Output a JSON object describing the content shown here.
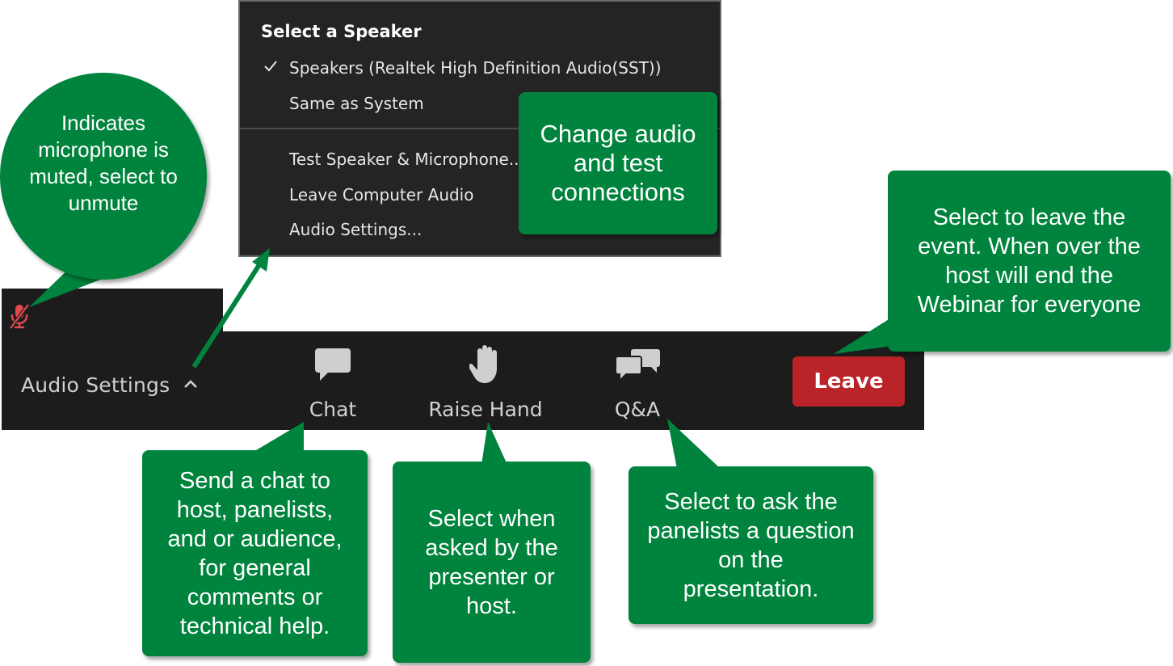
{
  "menu": {
    "heading": "Select a Speaker",
    "items": [
      {
        "label": "Speakers (Realtek High Definition Audio(SST))",
        "checked": true
      },
      {
        "label": "Same as System",
        "checked": false
      },
      {
        "label": "Test Speaker & Microphone...",
        "checked": false
      },
      {
        "label": "Leave Computer Audio",
        "checked": false
      },
      {
        "label": "Audio Settings...",
        "checked": false
      }
    ]
  },
  "toolbar": {
    "audio_settings_label": "Audio Settings",
    "chat_label": "Chat",
    "raise_hand_label": "Raise Hand",
    "qa_label": "Q&A",
    "leave_label": "Leave"
  },
  "callouts": {
    "mute": [
      "Indicates",
      "microphone is",
      "muted, select",
      "to unmute"
    ],
    "audio": [
      "Change audio",
      "and test",
      "connections"
    ],
    "leave": [
      "Select to leave the",
      "event. When over the",
      "host will end the",
      "Webinar for everyone"
    ],
    "chat": [
      "Send a chat to",
      "host, panelists,",
      "and or audience,",
      "for general",
      "comments or",
      "technical help."
    ],
    "raise_hand": [
      "Select when",
      "asked by the",
      "presenter or",
      "host."
    ],
    "qa": [
      "Select to ask the",
      "panelists a question",
      "on the",
      "presentation."
    ]
  },
  "icons": {
    "mic": "mic-muted-icon",
    "caret": "chevron-up-icon",
    "chat": "chat-bubble-icon",
    "hand": "raise-hand-icon",
    "qa": "qa-bubbles-icon",
    "check": "checkmark-icon"
  },
  "colors": {
    "callout_green": "#00843d",
    "toolbar_bg": "#1c1c1c",
    "menu_bg": "#242424",
    "leave_red": "#ba2327",
    "mic_muted_red": "#e24b4b",
    "icon_gray": "#cfcfcf"
  }
}
